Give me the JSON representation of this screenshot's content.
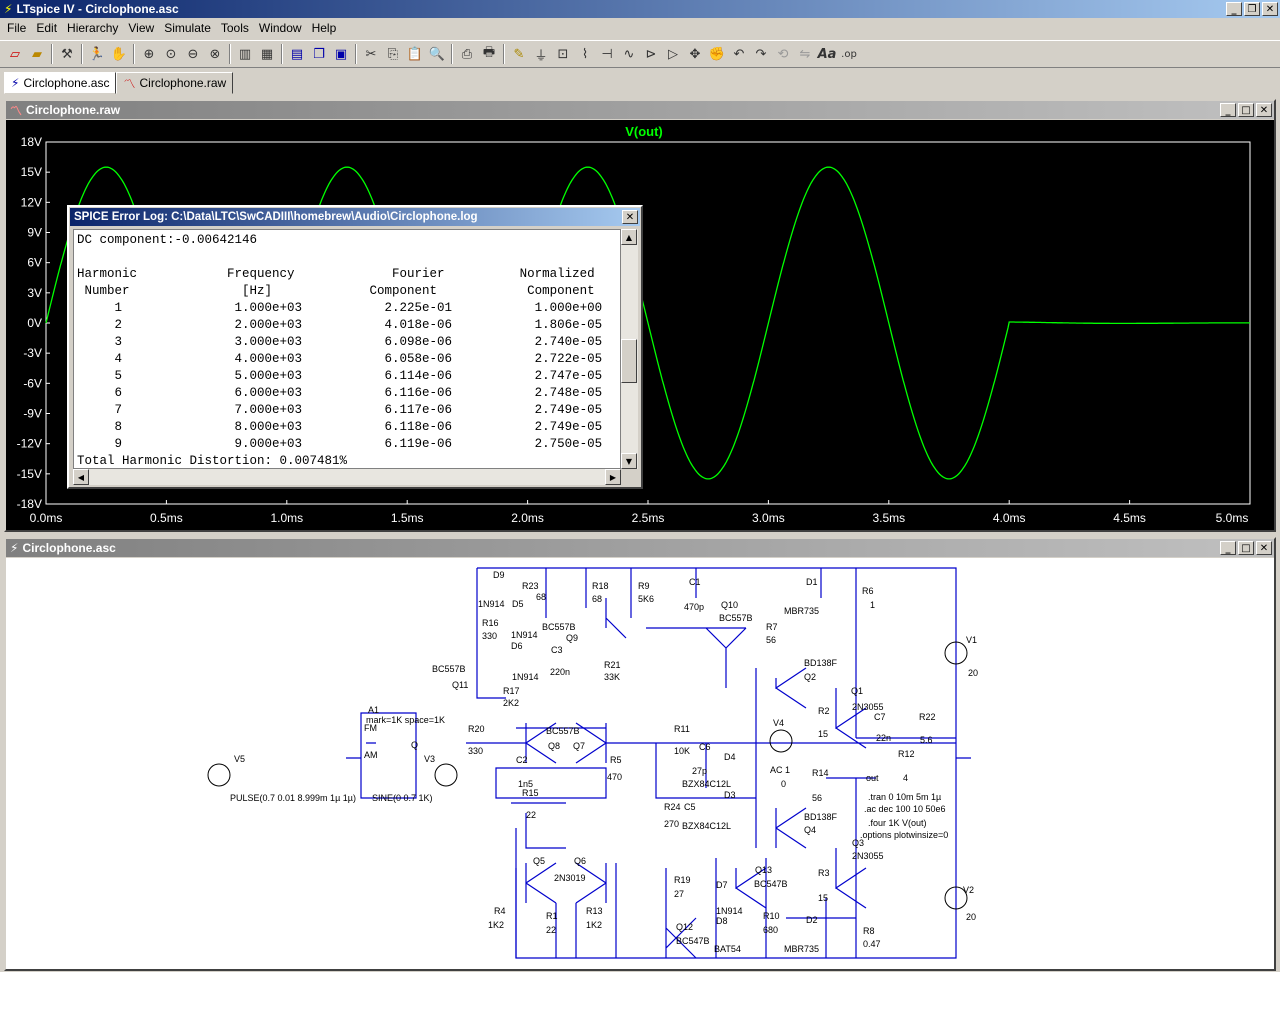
{
  "app": {
    "title": "LTspice IV - Circlophone.asc",
    "menu": [
      "File",
      "Edit",
      "Hierarchy",
      "View",
      "Simulate",
      "Tools",
      "Window",
      "Help"
    ],
    "tabs": [
      {
        "label": "Circlophone.asc"
      },
      {
        "label": "Circlophone.raw"
      }
    ]
  },
  "plot_window": {
    "title": "Circlophone.raw",
    "trace_label": "V(out)"
  },
  "schematic_window": {
    "title": "Circlophone.asc"
  },
  "error_log": {
    "title": "SPICE Error Log: C:\\Data\\LTC\\SwCADIII\\homebrew\\Audio\\Circlophone.log",
    "dc_component": "DC component:-0.00642146",
    "headers": [
      [
        "Harmonic",
        "Frequency",
        "Fourier",
        "Normalized"
      ],
      [
        "Number",
        "[Hz]",
        "Component",
        "Component"
      ]
    ],
    "rows": [
      [
        "1",
        "1.000e+03",
        "2.225e-01",
        "1.000e+00"
      ],
      [
        "2",
        "2.000e+03",
        "4.018e-06",
        "1.806e-05"
      ],
      [
        "3",
        "3.000e+03",
        "6.098e-06",
        "2.740e-05"
      ],
      [
        "4",
        "4.000e+03",
        "6.058e-06",
        "2.722e-05"
      ],
      [
        "5",
        "5.000e+03",
        "6.114e-06",
        "2.747e-05"
      ],
      [
        "6",
        "6.000e+03",
        "6.116e-06",
        "2.748e-05"
      ],
      [
        "7",
        "7.000e+03",
        "6.117e-06",
        "2.749e-05"
      ],
      [
        "8",
        "8.000e+03",
        "6.118e-06",
        "2.749e-05"
      ],
      [
        "9",
        "9.000e+03",
        "6.119e-06",
        "2.750e-05"
      ]
    ],
    "thd": "Total Harmonic Distortion: 0.007481%"
  },
  "chart_data": {
    "type": "line",
    "title": "V(out)",
    "y_ticks": [
      "18V",
      "15V",
      "12V",
      "9V",
      "6V",
      "3V",
      "0V",
      "-3V",
      "-6V",
      "-9V",
      "-12V",
      "-15V",
      "-18V"
    ],
    "x_ticks": [
      "0.0ms",
      "0.5ms",
      "1.0ms",
      "1.5ms",
      "2.0ms",
      "2.5ms",
      "3.0ms",
      "3.5ms",
      "4.0ms",
      "4.5ms",
      "5.0ms"
    ],
    "xlim": [
      0,
      5
    ],
    "ylim": [
      -18,
      18
    ],
    "grid": false,
    "series": [
      {
        "color": "#00ff00"
      }
    ]
  },
  "schematic_labels": [
    "D9",
    "R23",
    "68",
    "R18",
    "68",
    "R9",
    "5K6",
    "C1",
    "470p",
    "Q10",
    "BC557B",
    "D1",
    "R6",
    "1N914",
    "D5",
    "MBR735",
    "1",
    "R16",
    "330",
    "1N914",
    "D6",
    "BC557B",
    "Q9",
    "R7",
    "56",
    "V1",
    "C3",
    "220n",
    "BD138F",
    "20",
    "BC557B",
    "1N914",
    "R21",
    "33K",
    "Q2",
    "Q11",
    "R17",
    "2K2",
    "Q1",
    "A1",
    "mark=1K space=1K",
    "FM",
    "R20",
    "330",
    "BC557B",
    "Q8",
    "Q7",
    "R11",
    "10K",
    "V4",
    "R2",
    "2N3055",
    "C7",
    "R22",
    "AM",
    "Q",
    "15",
    "22n",
    "5.6",
    "V5",
    "V3",
    "C6",
    "D4",
    "R12",
    "C2",
    "27p",
    "R5",
    "470",
    "BZX84C12L",
    "AC 1",
    "4",
    "1n5",
    "0",
    "R14",
    "out",
    "PULSE(0.7 0.01 8.999m 1µ 1µ)",
    "SINE(0 0.7 1K)",
    "R15",
    "22",
    "D3",
    "56",
    ".tran 0 10m 5m 1µ",
    "R24",
    "C5",
    "270",
    "BZX84C12L",
    ".ac dec 100 10 50e6",
    "BD138F",
    ".four 1K V(out)",
    "Q4",
    ".options plotwinsize=0",
    "Q5",
    "Q6",
    "2N3019",
    "Q3",
    "Q13",
    "R19",
    "D7",
    "2N3055",
    "27",
    "BC547B",
    "R3",
    "R4",
    "1N914",
    "15",
    "R1",
    "R13",
    "D8",
    "R10",
    "V2",
    "1K2",
    "22",
    "1K2",
    "Q12",
    "680",
    "D2",
    "R8",
    "20",
    "BC547B",
    "BAT54",
    "MBR735",
    "0.47"
  ]
}
